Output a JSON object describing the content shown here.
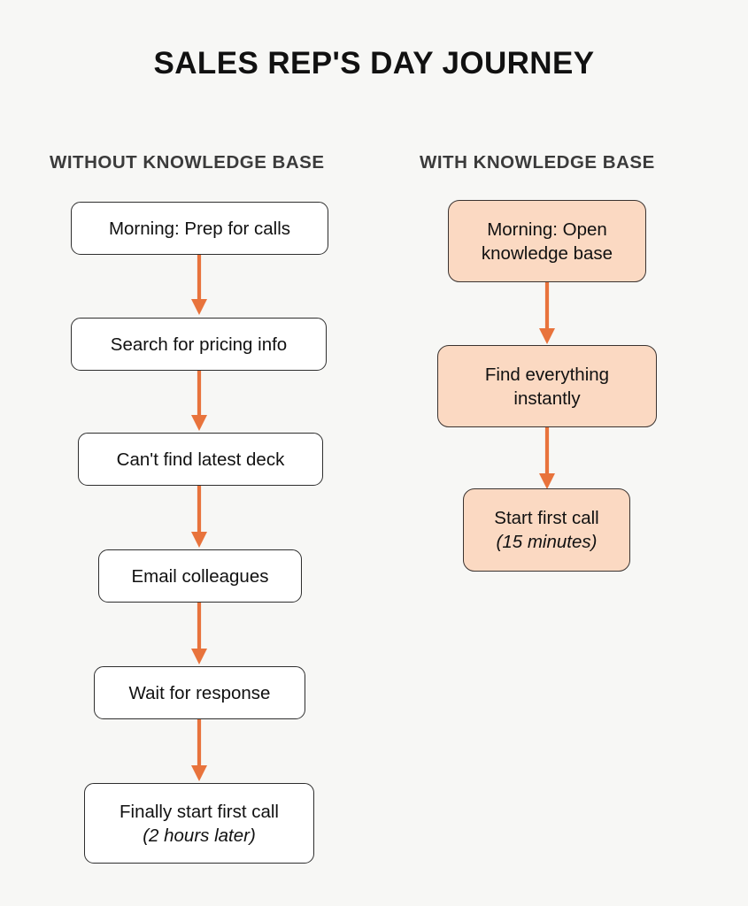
{
  "title": "SALES REP'S DAY JOURNEY",
  "accent_color": "#e8733c",
  "background_color": "#f7f7f5",
  "box_border_color": "#2e2e2e",
  "peach_fill_color": "#fbd9c2",
  "columns": [
    {
      "heading": "WITHOUT KNOWLEDGE BASE",
      "style": "plain",
      "steps": [
        {
          "line1": "Morning: Prep for calls",
          "line2": ""
        },
        {
          "line1": "Search for pricing info",
          "line2": ""
        },
        {
          "line1": "Can't find latest deck",
          "line2": ""
        },
        {
          "line1": "Email colleagues",
          "line2": ""
        },
        {
          "line1": "Wait for response",
          "line2": ""
        },
        {
          "line1": "Finally start first call",
          "line2": "(2 hours later)"
        }
      ]
    },
    {
      "heading": "WITH KNOWLEDGE BASE",
      "style": "peach",
      "steps": [
        {
          "line1": "Morning: Open knowledge base",
          "line2": ""
        },
        {
          "line1": "Find everything instantly",
          "line2": ""
        },
        {
          "line1": "Start first call",
          "line2": "(15 minutes)"
        }
      ]
    }
  ]
}
